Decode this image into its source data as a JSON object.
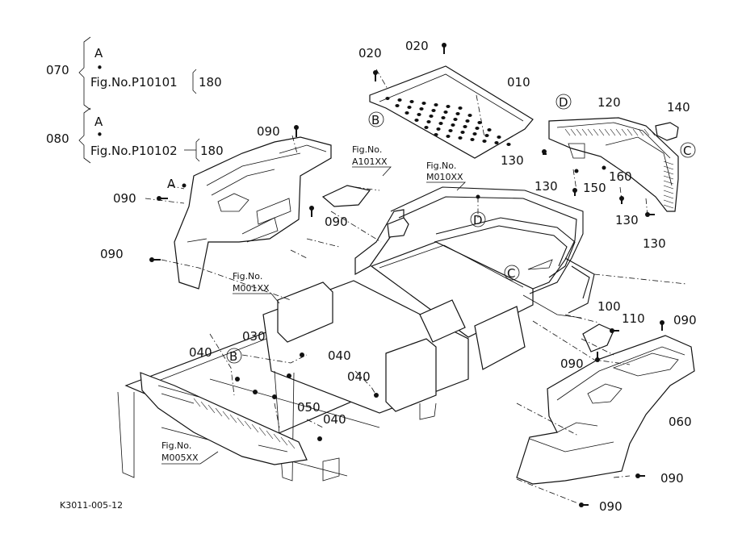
{
  "legend": {
    "rows": [
      {
        "ref": "070",
        "letter": "A",
        "bullet": "•",
        "fig": "Fig.No.P10101",
        "qty": "180"
      },
      {
        "ref": "080",
        "letter": "A",
        "bullet": "•",
        "fig": "Fig.No.P10102",
        "qty": "180"
      }
    ]
  },
  "callouts": {
    "p010": "010",
    "p020a": "020",
    "p020b": "020",
    "p030": "030",
    "p040a": "040",
    "p040b": "040",
    "p040c": "040",
    "p040d": "040",
    "p050": "050",
    "p060": "060",
    "p090a": "090",
    "p090b": "090",
    "p090c": "090",
    "p090d": "090",
    "p090e": "090",
    "p090f": "090",
    "p090g": "090",
    "p090h": "090",
    "p100": "100",
    "p110": "110",
    "p120": "120",
    "p130a": "130",
    "p130b": "130",
    "p130c": "130",
    "p130d": "130",
    "p140": "140",
    "p150": "150",
    "p160": "160"
  },
  "markers": {
    "A": "A",
    "B1": "B",
    "B2": "B",
    "C1": "C",
    "C2": "C",
    "D1": "D",
    "D2": "D"
  },
  "figrefs": {
    "a101_top": "Fig.No.",
    "a101_bottom": "A101XX",
    "m010_top": "Fig.No.",
    "m010_bottom": "M010XX",
    "m001_top": "Fig.No.",
    "m001_bottom": "M001XX",
    "m005_top": "Fig.No.",
    "m005_bottom": "M005XX"
  },
  "footer": {
    "code": "K3011-005-12"
  }
}
